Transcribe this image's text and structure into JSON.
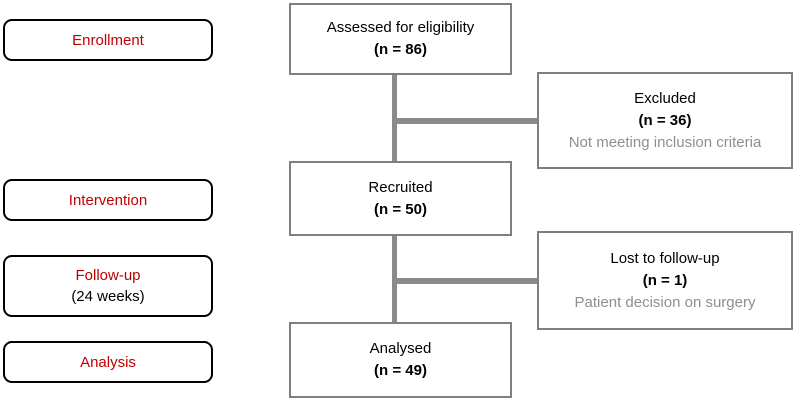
{
  "colors": {
    "background": "#ffffff",
    "text": "#000000",
    "stage_text": "#c00000",
    "stage_border": "#000000",
    "box_border": "#7f7f7f",
    "connector": "#8a8a8a",
    "subtext": "#8f8f8f"
  },
  "stages": [
    {
      "label": "Enrollment",
      "sublabel": ""
    },
    {
      "label": "Intervention",
      "sublabel": ""
    },
    {
      "label": "Follow-up",
      "sublabel": "(24 weeks)"
    },
    {
      "label": "Analysis",
      "sublabel": ""
    }
  ],
  "flow": {
    "assessed": {
      "title": "Assessed for eligibility",
      "n": "(n = 86)"
    },
    "recruited": {
      "title": "Recruited",
      "n": "(n = 50)"
    },
    "analysed": {
      "title": "Analysed",
      "n": "(n = 49)"
    },
    "excluded": {
      "title": "Excluded",
      "n": "(n = 36)",
      "reason": "Not meeting inclusion criteria"
    },
    "lost": {
      "title": "Lost to follow-up",
      "n": "(n = 1)",
      "reason": "Patient decision on surgery"
    }
  }
}
